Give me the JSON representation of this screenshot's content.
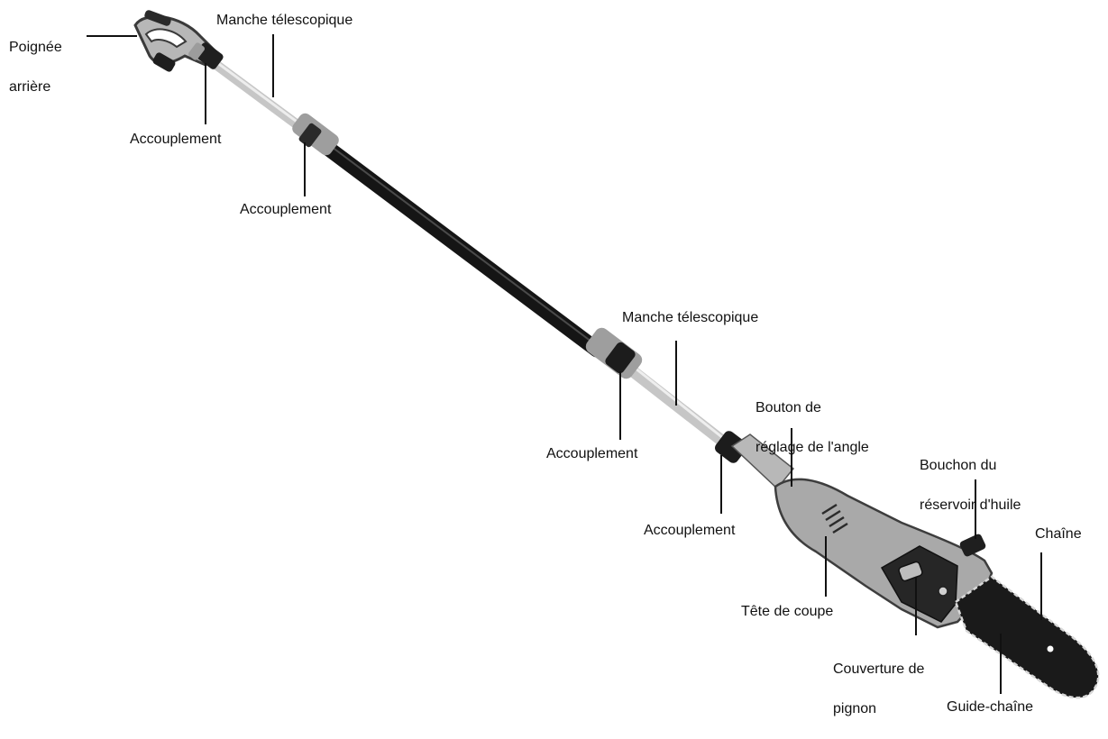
{
  "labels": {
    "poignee_arriere": [
      "Poignée",
      "arrière"
    ],
    "manche_1": "Manche télescopique",
    "accouplement_1": "Accouplement",
    "accouplement_2": "Accouplement",
    "manche_2": "Manche télescopique",
    "accouplement_3": "Accouplement",
    "accouplement_4": "Accouplement",
    "bouton_reglage": [
      "Bouton de",
      "réglage de l'angle"
    ],
    "bouchon_huile": [
      "Bouchon du",
      "réservoir d'huile"
    ],
    "chaine": "Chaîne",
    "tete_coupe": "Tête de coupe",
    "couverture_pignon": [
      "Couverture de",
      "pignon"
    ],
    "guide_chaine": "Guide-chaîne"
  },
  "colors": {
    "pole_black": "#151515",
    "pole_silver": "#c9c9c9",
    "housing_grey": "#a8a8a8",
    "dark_part": "#262626",
    "leader_line": "#111111"
  }
}
